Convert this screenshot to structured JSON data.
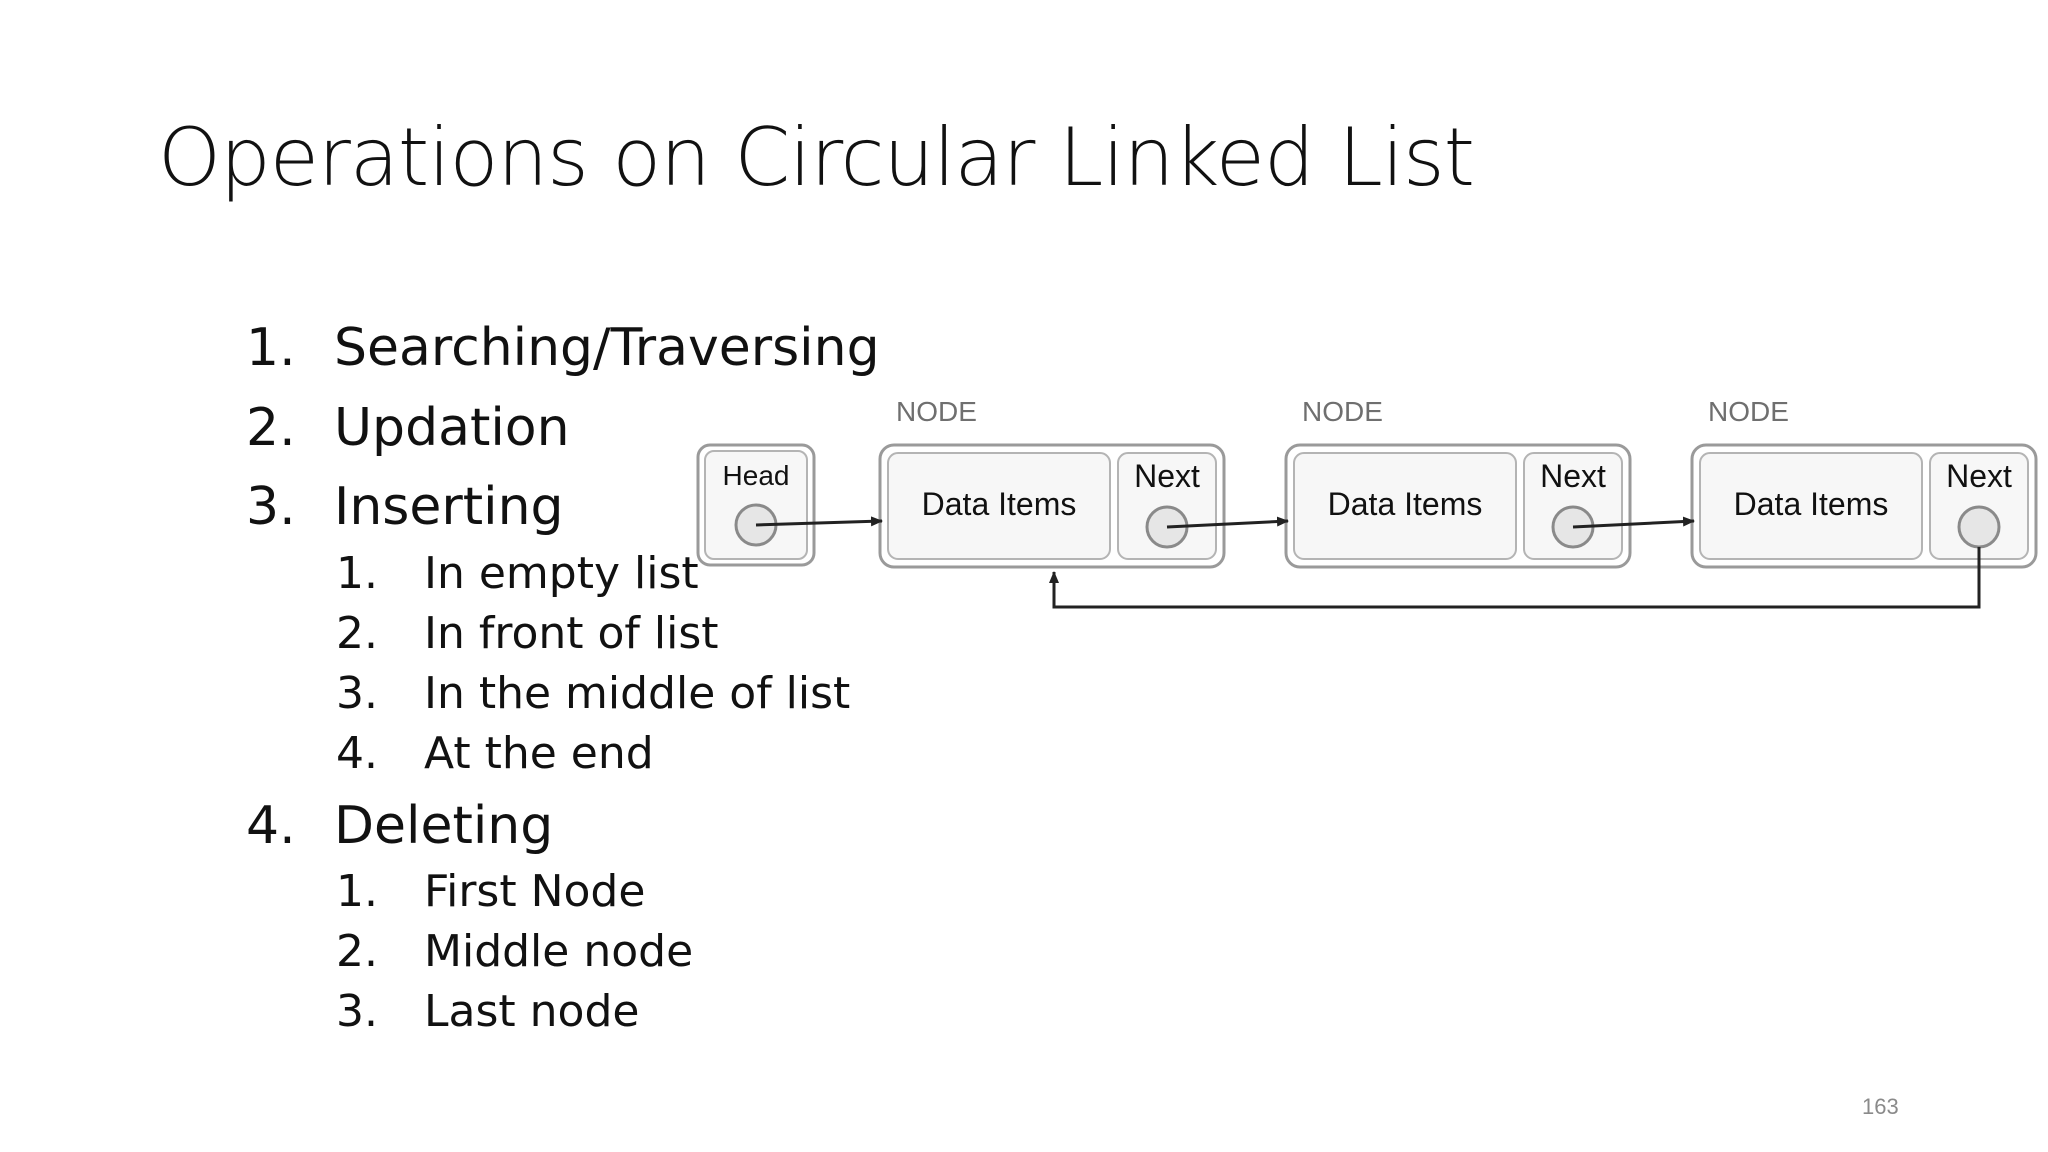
{
  "slide": {
    "title": "Operations on Circular Linked List",
    "page_number": "163"
  },
  "operations": [
    {
      "number": "1.",
      "label": "Searching/Traversing",
      "subitems": []
    },
    {
      "number": "2.",
      "label": "Updation",
      "subitems": []
    },
    {
      "number": "3.",
      "label": "Inserting",
      "subitems": [
        {
          "number": "1.",
          "label": "In empty list"
        },
        {
          "number": "2.",
          "label": "In front of list"
        },
        {
          "number": "3.",
          "label": "In the middle of list"
        },
        {
          "number": "4.",
          "label": "At the end"
        }
      ]
    },
    {
      "number": "4.",
      "label": "Deleting",
      "subitems": [
        {
          "number": "1.",
          "label": "First Node"
        },
        {
          "number": "2.",
          "label": "Middle node"
        },
        {
          "number": "3.",
          "label": "Last node"
        }
      ]
    }
  ],
  "diagram": {
    "head_label": "Head",
    "nodes": [
      {
        "caption": "NODE",
        "data_label": "Data Items",
        "next_label": "Next"
      },
      {
        "caption": "NODE",
        "data_label": "Data Items",
        "next_label": "Next"
      },
      {
        "caption": "NODE",
        "data_label": "Data Items",
        "next_label": "Next"
      }
    ],
    "colors": {
      "box_stroke": "#9a9a9a",
      "box_fill": "#f7f7f7",
      "circle_fill": "#e6e6e6",
      "arrow": "#222222",
      "caption": "#6f6f6f"
    }
  }
}
